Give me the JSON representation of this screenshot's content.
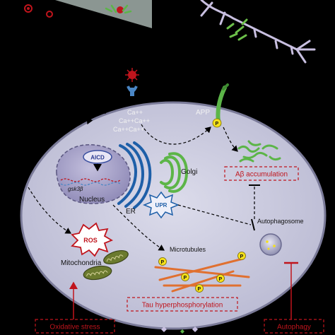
{
  "labels": {
    "ca_1": "Ca++",
    "ca_2": "Ca++Ca++",
    "ca_3": "Ca++Ca++",
    "app": "APP",
    "p_app": "P",
    "aicd": "AICD",
    "gsk": "gsk3β",
    "nucleus": "Nucleus",
    "er": "ER",
    "golgi": "Golgi",
    "upr": "UPR",
    "ab_accumulation": "Aβ accumulation",
    "autophagosome": "Autophagosome",
    "ros": "ROS",
    "mitochondria": "Mitochondria",
    "microtubules": "Microtubules",
    "tau": "Tau hyperphosphorylation",
    "oxidative_stress": "Oxidative stress",
    "autophagy": "Autophagy",
    "p": "P"
  },
  "colors": {
    "background": "#000000",
    "cell": "#c9c9dc",
    "nucleus": "#a8a3c7",
    "er_blue": "#1e5fa8",
    "golgi_green": "#5cb548",
    "red_box": "#c0141c",
    "microtubule": "#e07030",
    "phospho": "#f5e11b",
    "mito": "#6b7a2e"
  }
}
